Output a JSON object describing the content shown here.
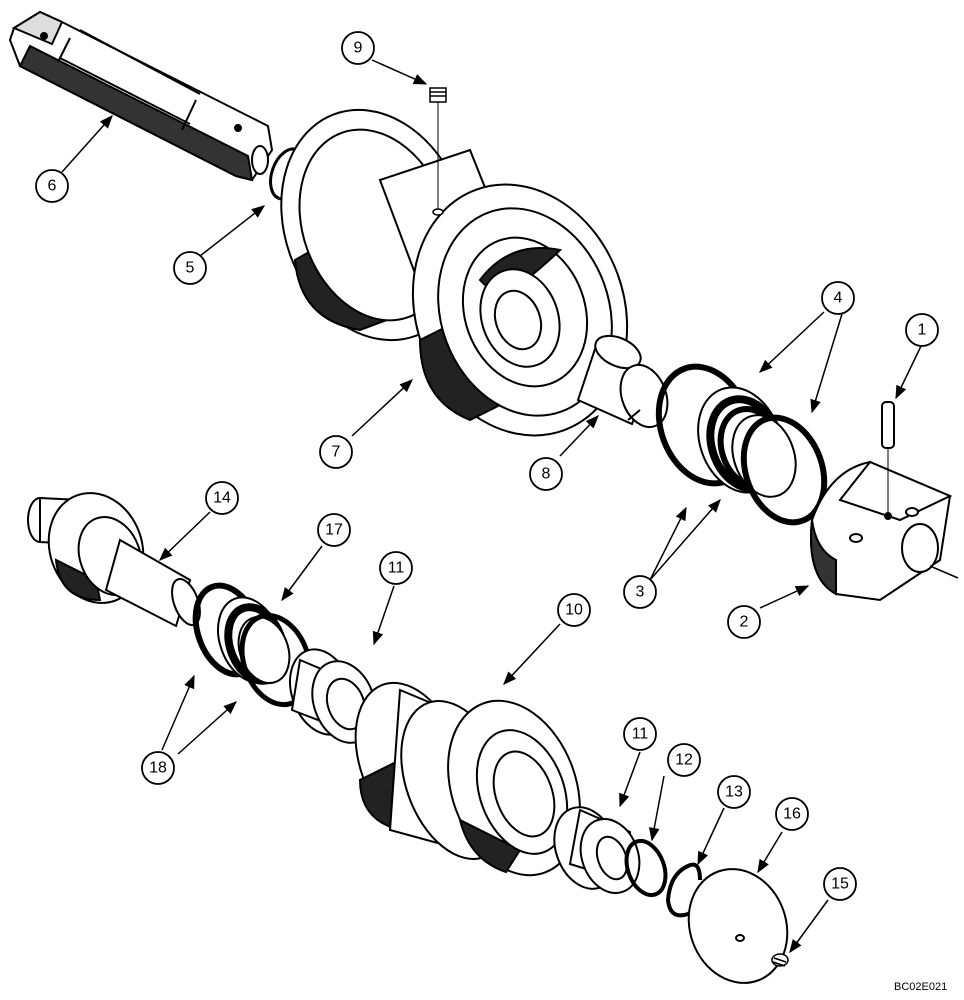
{
  "drawing": {
    "reference_code": "BC02E021",
    "callouts": [
      {
        "id": "c1",
        "label": "1"
      },
      {
        "id": "c2",
        "label": "2"
      },
      {
        "id": "c3",
        "label": "3"
      },
      {
        "id": "c4",
        "label": "4"
      },
      {
        "id": "c5",
        "label": "5"
      },
      {
        "id": "c6",
        "label": "6"
      },
      {
        "id": "c7",
        "label": "7"
      },
      {
        "id": "c8",
        "label": "8"
      },
      {
        "id": "c9",
        "label": "9"
      },
      {
        "id": "c10",
        "label": "10"
      },
      {
        "id": "c11a",
        "label": "11"
      },
      {
        "id": "c11b",
        "label": "11"
      },
      {
        "id": "c12",
        "label": "12"
      },
      {
        "id": "c13",
        "label": "13"
      },
      {
        "id": "c14",
        "label": "14"
      },
      {
        "id": "c15",
        "label": "15"
      },
      {
        "id": "c16",
        "label": "16"
      },
      {
        "id": "c17",
        "label": "17"
      },
      {
        "id": "c18",
        "label": "18"
      }
    ]
  }
}
